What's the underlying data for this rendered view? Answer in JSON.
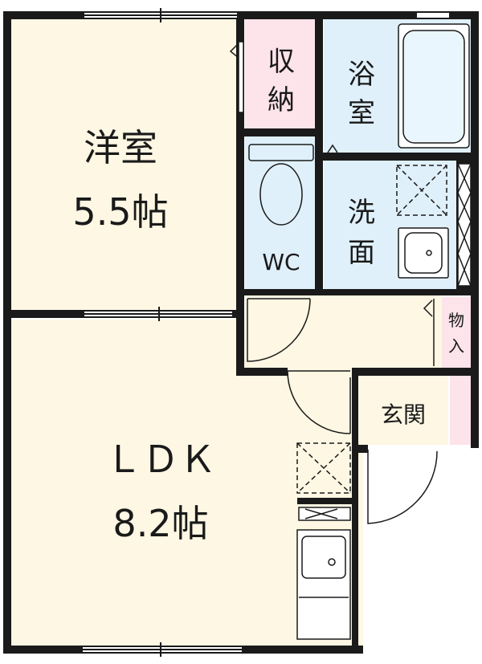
{
  "rooms": {
    "western_room": {
      "name": "洋室",
      "size": "5.5帖"
    },
    "ldk": {
      "name": "ＬＤＫ",
      "size": "8.2帖"
    },
    "storage": {
      "line1": "収",
      "line2": "納"
    },
    "bath": {
      "line1": "浴",
      "line2": "室"
    },
    "washroom": {
      "line1": "洗",
      "line2": "面"
    },
    "wc": {
      "label": "WC"
    },
    "closet": {
      "line1": "物",
      "line2": "入"
    },
    "entrance": {
      "label": "玄関"
    }
  },
  "colors": {
    "living_floor": "#fdf7e3",
    "wet_area": "#dff0fb",
    "storage": "#fde3ea",
    "wall": "#1a1a1a"
  }
}
